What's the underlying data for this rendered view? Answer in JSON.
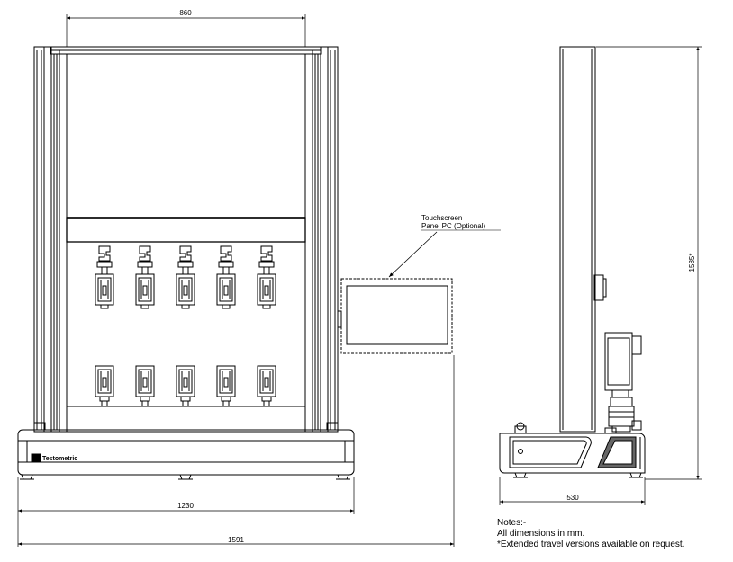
{
  "dimensions": {
    "inner_width": "860",
    "base_width": "1230",
    "overall_width": "1591",
    "depth": "530",
    "height": "1585*"
  },
  "brand": "Testometric",
  "callout": {
    "line1": "Touchscreen",
    "line2": "Panel PC (Optional)"
  },
  "notes": {
    "title": "Notes:-",
    "line1": "All dimensions in mm.",
    "line2": "*Extended travel versions available on request."
  },
  "grip_count_per_row": 5
}
